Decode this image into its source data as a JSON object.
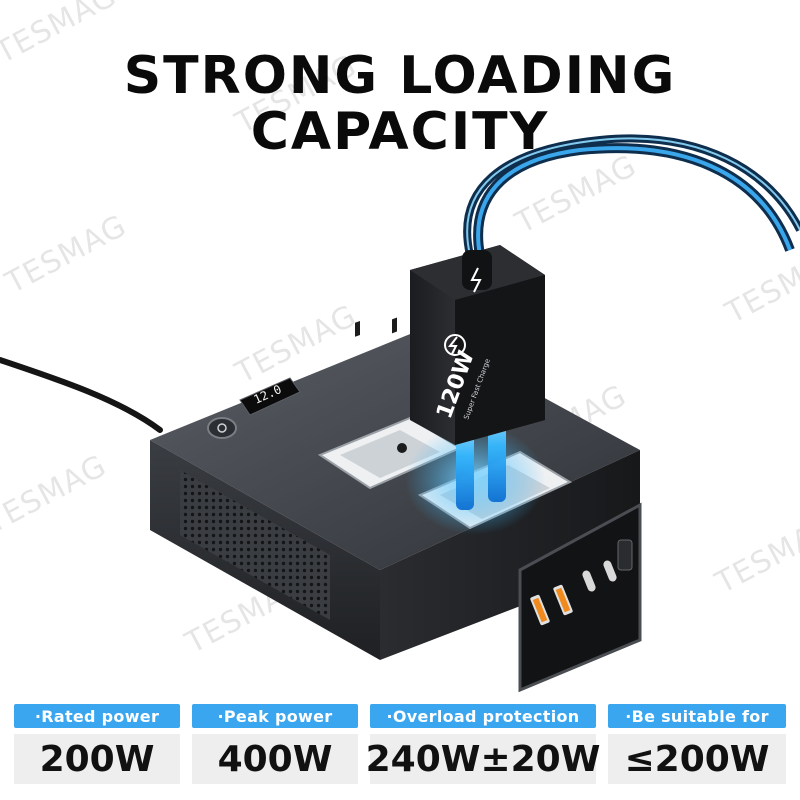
{
  "headline": {
    "line1": "STRONG  LOADING",
    "line2": "CAPACITY"
  },
  "watermark": "TESMAG",
  "product": {
    "charger_label": "120W",
    "charger_sublabel": "Super Fast Charge",
    "display_readout": "12.0"
  },
  "specs": [
    {
      "label": "·Rated power",
      "value": "200W"
    },
    {
      "label": "·Peak power",
      "value": "400W"
    },
    {
      "label": "·Overload protection",
      "value": "240W±20W"
    },
    {
      "label": "·Be suitable for",
      "value": "≤200W"
    }
  ],
  "colors": {
    "accent": "#3aa6f0",
    "value_bg": "#eeeeee",
    "body": "#3a3d42",
    "glow": "#35b8ff"
  }
}
